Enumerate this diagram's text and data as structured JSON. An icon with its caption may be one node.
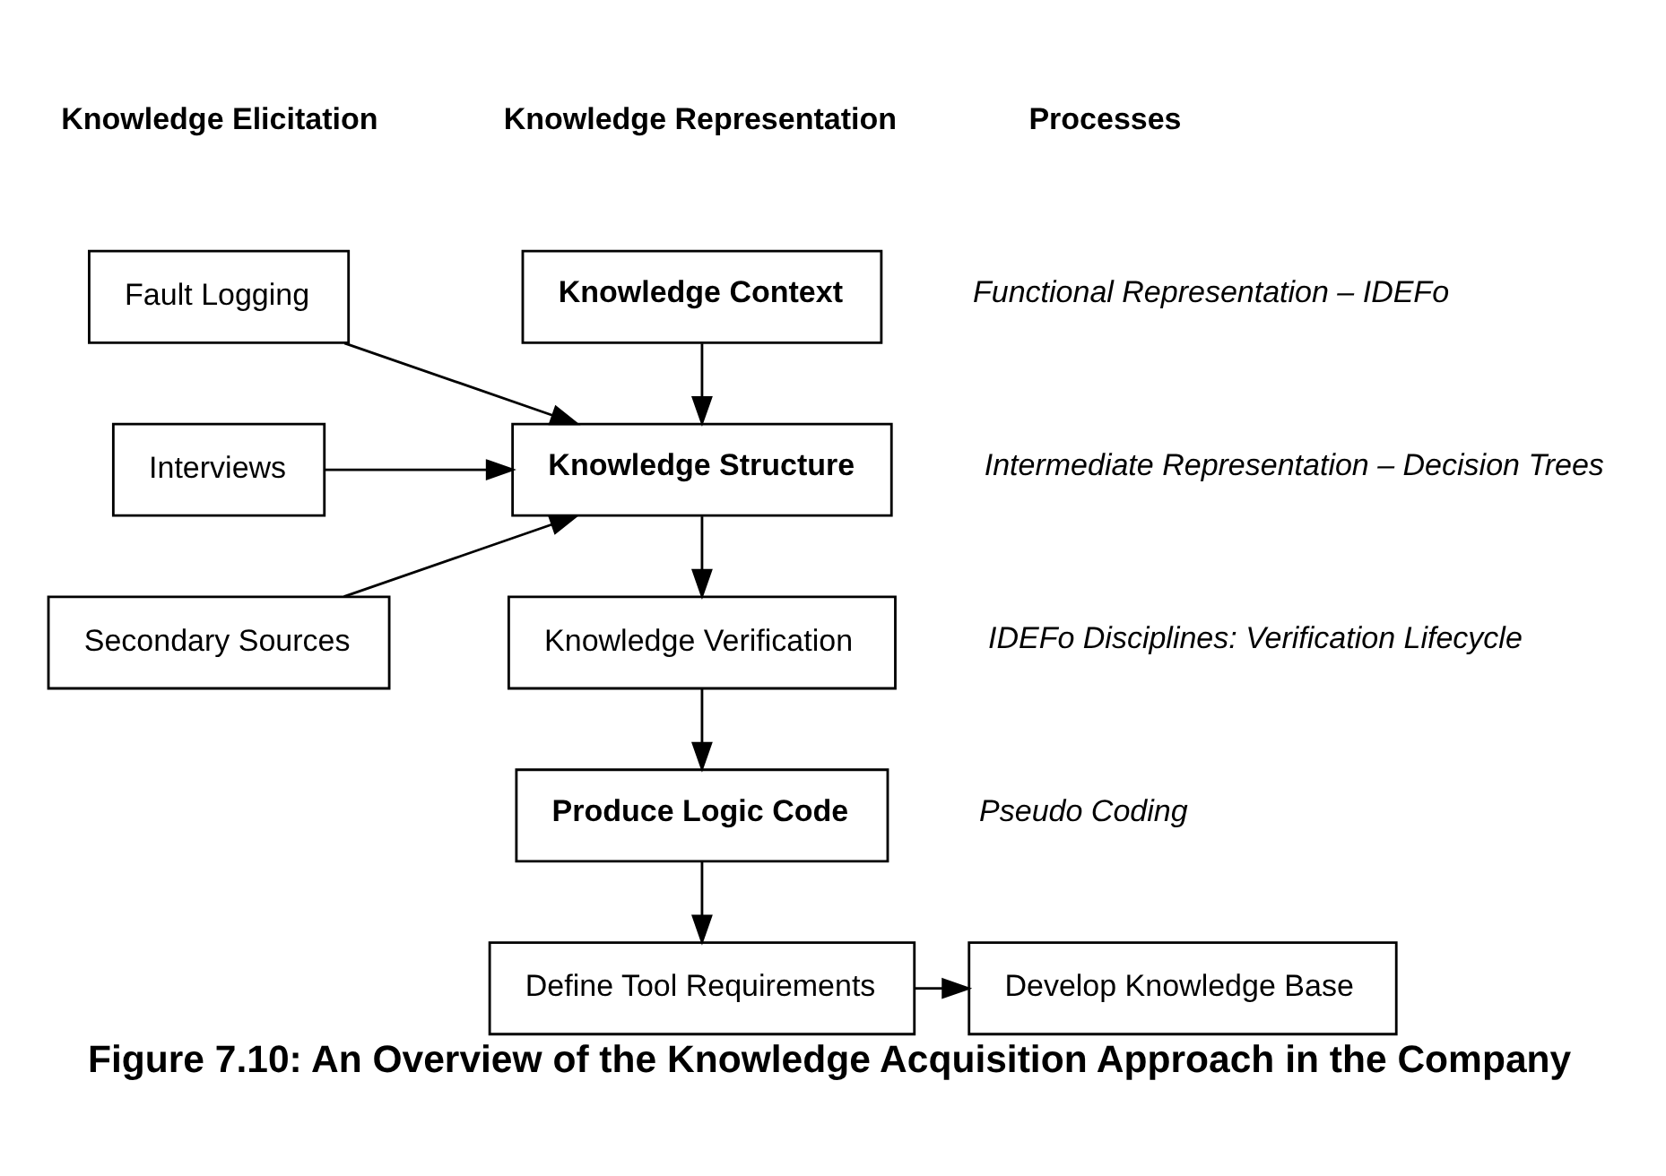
{
  "diagram": {
    "caption": "Figure 7.10: An Overview of the Knowledge Acquisition Approach in the Company",
    "nodes": [
      {
        "text": [
          "Knowledge Context"
        ],
        "beside": [
          "Functional Representation – IDEFo"
        ]
      },
      {
        "text": [
          "Fault Logging"
        ]
      },
      {
        "text": [
          "Interviews"
        ]
      },
      {
        "text": [
          "Secondary Sources"
        ]
      },
      {
        "text": [
          "Knowledge Structure"
        ],
        "beside": [
          "Intermediate Representation – Decision Trees"
        ]
      },
      {
        "text": [
          "Knowledge Verification"
        ],
        "beside": [
          "IDEFo Disciplines: Verification Lifecycle"
        ]
      },
      {
        "text": [
          "Produce Logic Code"
        ],
        "beside": [
          "Pseudo Coding"
        ]
      },
      {
        "text": [
          "Define Tool Requirements"
        ]
      },
      {
        "text": [
          "Develop Knowledge Base"
        ]
      }
    ],
    "edges": [
      {
        "from": 0,
        "to": 4,
        "arrow": "to"
      },
      {
        "from": 1,
        "to": 4,
        "arrow": "to"
      },
      {
        "from": 2,
        "to": 4,
        "arrow": "to"
      },
      {
        "from": 3,
        "to": 4,
        "arrow": "to"
      },
      {
        "from": 4,
        "to": 5,
        "arrow": "to"
      },
      {
        "from": 5,
        "to": 6,
        "arrow": "to"
      },
      {
        "from": 6,
        "to": 7,
        "arrow": "to"
      },
      {
        "from": 7,
        "to": 8,
        "arrow": "to"
      }
    ],
    "labels": [
      "Knowledge Elicitation",
      "Knowledge Representation",
      "Processes"
    ]
  }
}
